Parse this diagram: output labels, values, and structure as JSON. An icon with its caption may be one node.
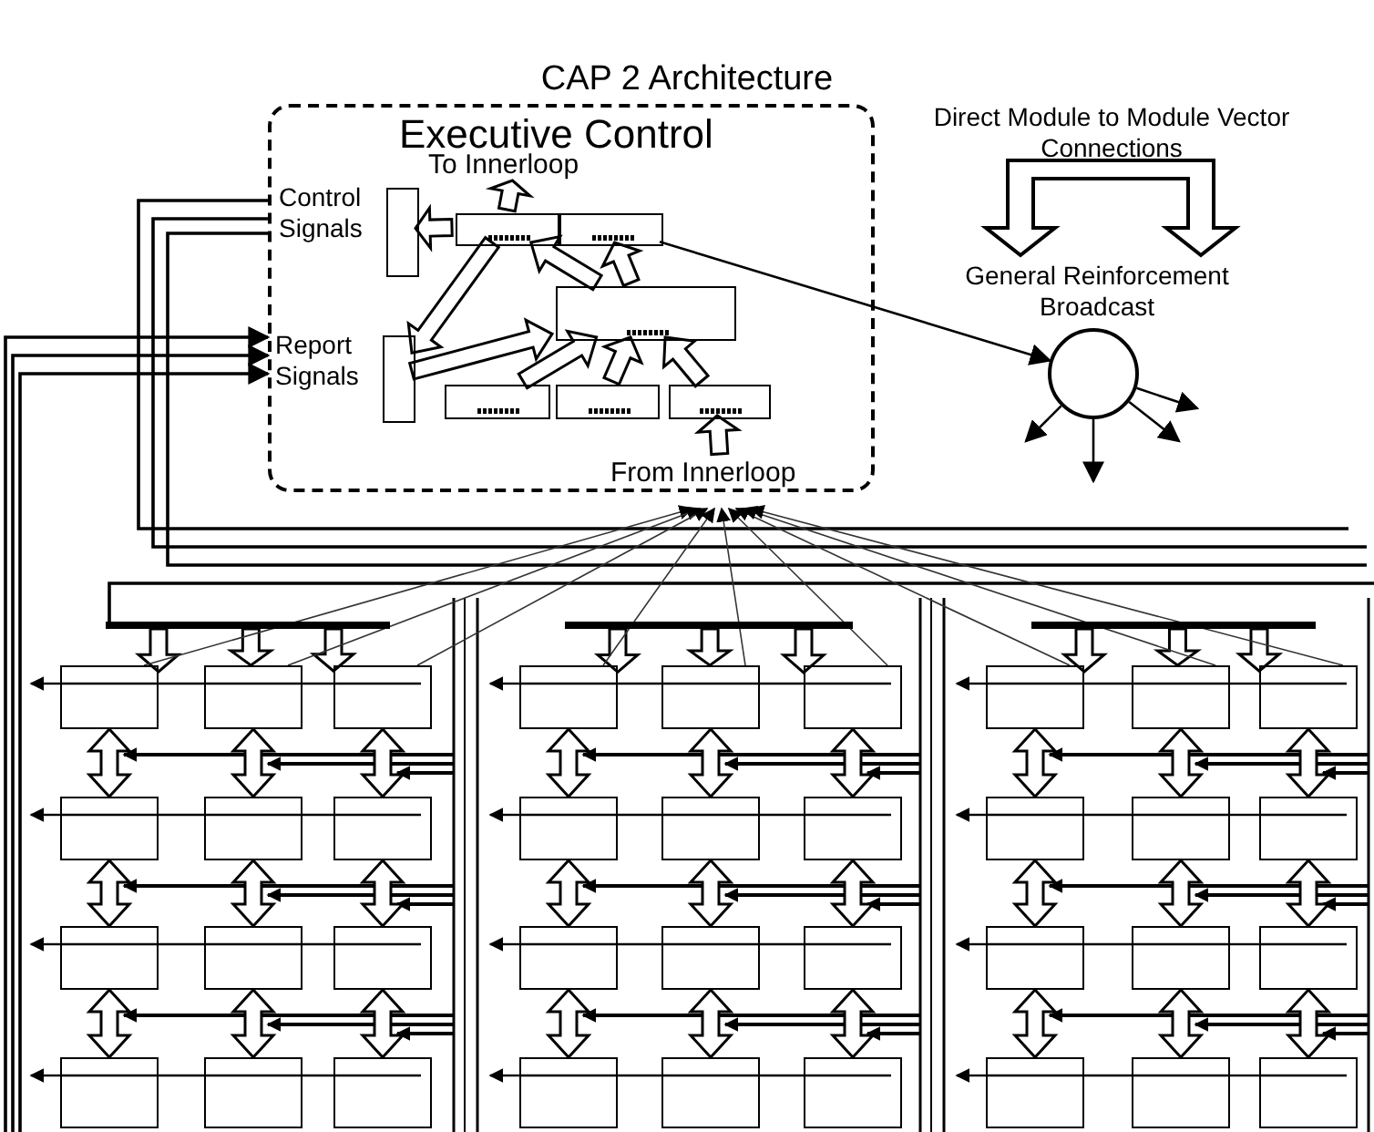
{
  "diagram": {
    "title": "CAP 2 Architecture",
    "nodes": [
      {
        "text": [
          "Executive Control"
        ]
      },
      {
        "text": [
          "To Innerloop"
        ],
        "in": 0
      },
      {
        "text": [
          "Control Signals"
        ],
        "in": 0
      },
      {
        "text": [],
        "shape": "box",
        "in": 0
      },
      {
        "text": [],
        "shape": "box",
        "in": 0
      },
      {
        "text": [],
        "shape": "box",
        "in": 0
      },
      {
        "text": [
          "Report Signals"
        ],
        "in": 0
      },
      {
        "text": [],
        "shape": "box",
        "in": 0
      },
      {
        "text": [],
        "shape": "box",
        "in": 0
      },
      {
        "text": [],
        "shape": "box",
        "in": 0
      },
      {
        "text": [
          "From Innerloop"
        ],
        "in": 0
      },
      {
        "text": [
          "General Reinforcement Broadcast"
        ]
      },
      {
        "text": [],
        "shape": "box"
      },
      {
        "text": [],
        "shape": "box"
      },
      {
        "text": [],
        "shape": "box"
      },
      {
        "text": [],
        "shape": "box"
      },
      {
        "text": [],
        "shape": "box"
      },
      {
        "text": [],
        "shape": "box"
      },
      {
        "text": [],
        "shape": "box"
      },
      {
        "text": [],
        "shape": "box"
      },
      {
        "text": [],
        "shape": "box"
      },
      {
        "text": [],
        "shape": "box"
      },
      {
        "text": [],
        "shape": "box"
      },
      {
        "text": [],
        "shape": "box"
      },
      {
        "text": [],
        "shape": "box"
      },
      {
        "text": [],
        "shape": "box"
      },
      {
        "text": [],
        "shape": "box"
      },
      {
        "text": [],
        "shape": "box"
      },
      {
        "text": [],
        "shape": "box"
      },
      {
        "text": [],
        "shape": "box"
      },
      {
        "text": [],
        "shape": "box"
      },
      {
        "text": [],
        "shape": "box"
      },
      {
        "text": [],
        "shape": "box"
      },
      {
        "text": [],
        "shape": "box"
      },
      {
        "text": [],
        "shape": "box"
      },
      {
        "text": [],
        "shape": "box"
      },
      {
        "text": [],
        "shape": "box"
      },
      {
        "text": [],
        "shape": "box"
      },
      {
        "text": [],
        "shape": "box"
      },
      {
        "text": [],
        "shape": "box"
      },
      {
        "text": [],
        "shape": "box"
      },
      {
        "text": [],
        "shape": "box"
      },
      {
        "text": [],
        "shape": "box"
      },
      {
        "text": [],
        "shape": "box"
      },
      {
        "text": [],
        "shape": "box"
      },
      {
        "text": [],
        "shape": "box"
      },
      {
        "text": [],
        "shape": "box"
      },
      {
        "text": [],
        "shape": "box"
      },
      {
        "text": [],
        "shape": "bar"
      },
      {
        "text": [],
        "shape": "bar"
      },
      {
        "text": [],
        "shape": "bar"
      }
    ],
    "edges": [
      {
        "from": 3,
        "to": 1,
        "arrow": "to",
        "style": "thick"
      },
      {
        "from": 3,
        "to": 2,
        "arrow": "to",
        "style": "thick"
      },
      {
        "from": 3,
        "to": 6,
        "arrow": "to",
        "style": "thick"
      },
      {
        "from": 5,
        "to": 3,
        "arrow": "to",
        "style": "thick"
      },
      {
        "from": 5,
        "to": 4,
        "arrow": "to",
        "style": "thick"
      },
      {
        "from": 6,
        "to": 5,
        "arrow": "to",
        "style": "thick"
      },
      {
        "from": 7,
        "to": 5,
        "arrow": "to",
        "style": "thick"
      },
      {
        "from": 8,
        "to": 5,
        "arrow": "to",
        "style": "thick"
      },
      {
        "from": 9,
        "to": 5,
        "arrow": "to",
        "style": "thick"
      },
      {
        "from": 10,
        "to": 9,
        "arrow": "to",
        "style": "thick"
      },
      {
        "from": 4,
        "to": 11,
        "arrow": "to"
      },
      {
        "from": 11,
        "to": null,
        "arrow": "to"
      },
      {
        "from": 11,
        "to": null,
        "arrow": "to"
      },
      {
        "from": 11,
        "to": null,
        "arrow": "to"
      },
      {
        "from": 11,
        "to": null,
        "arrow": "to"
      },
      {
        "from": 48,
        "to": 12,
        "arrow": "to",
        "style": "thick"
      },
      {
        "from": 48,
        "to": 13,
        "arrow": "to",
        "style": "thick"
      },
      {
        "from": 48,
        "to": 14,
        "arrow": "to",
        "style": "thick"
      },
      {
        "from": 49,
        "to": 15,
        "arrow": "to",
        "style": "thick"
      },
      {
        "from": 49,
        "to": 16,
        "arrow": "to",
        "style": "thick"
      },
      {
        "from": 49,
        "to": 17,
        "arrow": "to",
        "style": "thick"
      },
      {
        "from": 50,
        "to": 18,
        "arrow": "to",
        "style": "thick"
      },
      {
        "from": 50,
        "to": 19,
        "arrow": "to",
        "style": "thick"
      },
      {
        "from": 50,
        "to": 20,
        "arrow": "to",
        "style": "thick"
      },
      {
        "from": 12,
        "to": 21,
        "arrow": "both",
        "style": "thick"
      },
      {
        "from": 13,
        "to": 22,
        "arrow": "both",
        "style": "thick"
      },
      {
        "from": 14,
        "to": 23,
        "arrow": "both",
        "style": "thick"
      },
      {
        "from": 15,
        "to": 24,
        "arrow": "both",
        "style": "thick"
      },
      {
        "from": 16,
        "to": 25,
        "arrow": "both",
        "style": "thick"
      },
      {
        "from": 17,
        "to": 26,
        "arrow": "both",
        "style": "thick"
      },
      {
        "from": 18,
        "to": 27,
        "arrow": "both",
        "style": "thick"
      },
      {
        "from": 19,
        "to": 28,
        "arrow": "both",
        "style": "thick"
      },
      {
        "from": 20,
        "to": 29,
        "arrow": "both",
        "style": "thick"
      },
      {
        "from": 21,
        "to": 30,
        "arrow": "both",
        "style": "thick"
      },
      {
        "from": 22,
        "to": 31,
        "arrow": "both",
        "style": "thick"
      },
      {
        "from": 23,
        "to": 32,
        "arrow": "both",
        "style": "thick"
      },
      {
        "from": 24,
        "to": 33,
        "arrow": "both",
        "style": "thick"
      },
      {
        "from": 25,
        "to": 34,
        "arrow": "both",
        "style": "thick"
      },
      {
        "from": 26,
        "to": 35,
        "arrow": "both",
        "style": "thick"
      },
      {
        "from": 27,
        "to": 36,
        "arrow": "both",
        "style": "thick"
      },
      {
        "from": 28,
        "to": 37,
        "arrow": "both",
        "style": "thick"
      },
      {
        "from": 29,
        "to": 38,
        "arrow": "both",
        "style": "thick"
      },
      {
        "from": 30,
        "to": 39,
        "arrow": "both",
        "style": "thick"
      },
      {
        "from": 31,
        "to": 40,
        "arrow": "both",
        "style": "thick"
      },
      {
        "from": 32,
        "to": 41,
        "arrow": "both",
        "style": "thick"
      },
      {
        "from": 33,
        "to": 42,
        "arrow": "both",
        "style": "thick"
      },
      {
        "from": 34,
        "to": 43,
        "arrow": "both",
        "style": "thick"
      },
      {
        "from": 35,
        "to": 44,
        "arrow": "both",
        "style": "thick"
      },
      {
        "from": 36,
        "to": 45,
        "arrow": "both",
        "style": "thick"
      },
      {
        "from": 37,
        "to": 46,
        "arrow": "both",
        "style": "thick"
      },
      {
        "from": 38,
        "to": 47,
        "arrow": "both",
        "style": "thick"
      },
      {
        "from": 0,
        "to": null,
        "arrow": "none"
      },
      {
        "from": 0,
        "to": null,
        "arrow": "none"
      },
      {
        "from": 0,
        "to": null,
        "arrow": "none"
      },
      {
        "from": null,
        "to": 0,
        "arrow": "to"
      },
      {
        "from": null,
        "to": 0,
        "arrow": "to"
      },
      {
        "from": null,
        "to": 0,
        "arrow": "to"
      },
      {
        "from": 48,
        "to": null,
        "arrow": "none"
      },
      {
        "from": 12,
        "to": 0,
        "arrow": "to"
      },
      {
        "from": 13,
        "to": 0,
        "arrow": "to"
      },
      {
        "from": 14,
        "to": 0,
        "arrow": "to"
      },
      {
        "from": 15,
        "to": 0,
        "arrow": "to"
      },
      {
        "from": 16,
        "to": 0,
        "arrow": "to"
      },
      {
        "from": 17,
        "to": 0,
        "arrow": "to"
      },
      {
        "from": 18,
        "to": 0,
        "arrow": "to"
      },
      {
        "from": 19,
        "to": 0,
        "arrow": "to"
      },
      {
        "from": 20,
        "to": 0,
        "arrow": "to"
      },
      {
        "from": 14,
        "to": 13,
        "arrow": "none"
      },
      {
        "from": 13,
        "to": 12,
        "arrow": "none"
      },
      {
        "from": 12,
        "to": null,
        "arrow": "to"
      },
      {
        "from": 17,
        "to": 16,
        "arrow": "none"
      },
      {
        "from": 16,
        "to": 15,
        "arrow": "none"
      },
      {
        "from": 15,
        "to": null,
        "arrow": "to"
      },
      {
        "from": 20,
        "to": 19,
        "arrow": "none"
      },
      {
        "from": 19,
        "to": 18,
        "arrow": "none"
      },
      {
        "from": 18,
        "to": null,
        "arrow": "to"
      },
      {
        "from": 23,
        "to": 22,
        "arrow": "none"
      },
      {
        "from": 22,
        "to": 21,
        "arrow": "none"
      },
      {
        "from": 21,
        "to": null,
        "arrow": "to"
      },
      {
        "from": 26,
        "to": 25,
        "arrow": "none"
      },
      {
        "from": 25,
        "to": 24,
        "arrow": "none"
      },
      {
        "from": 24,
        "to": null,
        "arrow": "to"
      },
      {
        "from": 29,
        "to": 28,
        "arrow": "none"
      },
      {
        "from": 28,
        "to": 27,
        "arrow": "none"
      },
      {
        "from": 27,
        "to": null,
        "arrow": "to"
      },
      {
        "from": 32,
        "to": 31,
        "arrow": "none"
      },
      {
        "from": 31,
        "to": 30,
        "arrow": "none"
      },
      {
        "from": 30,
        "to": null,
        "arrow": "to"
      },
      {
        "from": 35,
        "to": 34,
        "arrow": "none"
      },
      {
        "from": 34,
        "to": 33,
        "arrow": "none"
      },
      {
        "from": 33,
        "to": null,
        "arrow": "to"
      },
      {
        "from": 38,
        "to": 37,
        "arrow": "none"
      },
      {
        "from": 37,
        "to": 36,
        "arrow": "none"
      },
      {
        "from": 36,
        "to": null,
        "arrow": "to"
      },
      {
        "from": 41,
        "to": 40,
        "arrow": "none"
      },
      {
        "from": 40,
        "to": 39,
        "arrow": "none"
      },
      {
        "from": 39,
        "to": null,
        "arrow": "to"
      },
      {
        "from": 44,
        "to": 43,
        "arrow": "none"
      },
      {
        "from": 43,
        "to": 42,
        "arrow": "none"
      },
      {
        "from": 42,
        "to": null,
        "arrow": "to"
      },
      {
        "from": 47,
        "to": 46,
        "arrow": "none"
      },
      {
        "from": 46,
        "to": 45,
        "arrow": "none"
      },
      {
        "from": 45,
        "to": null,
        "arrow": "to"
      }
    ],
    "labels": [
      "Direct Module to Module Vector Connections"
    ]
  }
}
